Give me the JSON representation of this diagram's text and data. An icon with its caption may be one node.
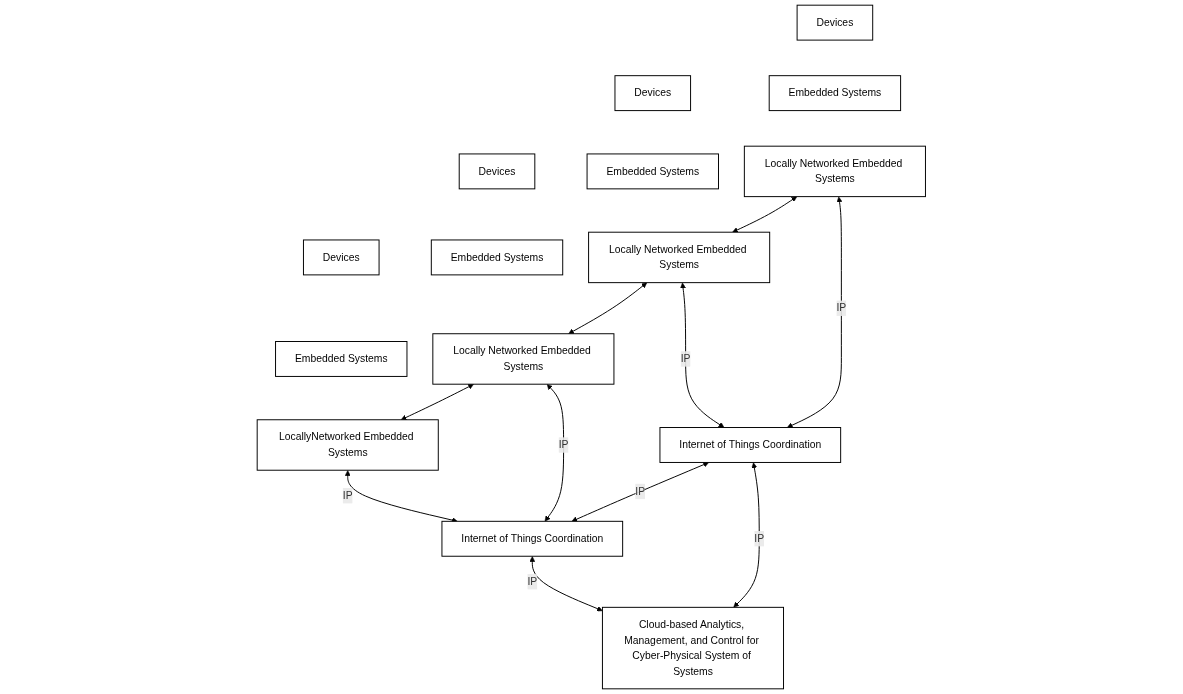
{
  "diagram": {
    "nodes": [
      {
        "text": [
          "Devices"
        ]
      },
      {
        "text": [
          "Devices"
        ]
      },
      {
        "text": [
          "Devices"
        ]
      },
      {
        "text": [
          "Devices"
        ]
      },
      {
        "text": [
          "Embedded Systems"
        ]
      },
      {
        "text": [
          "Embedded Systems"
        ]
      },
      {
        "text": [
          "Embedded Systems"
        ]
      },
      {
        "text": [
          "Embedded Systems"
        ]
      },
      {
        "text": [
          "Locally Networked Embedded Systems"
        ]
      },
      {
        "text": [
          "Locally Networked Embedded Systems"
        ]
      },
      {
        "text": [
          "Locally Networked Embedded Systems"
        ]
      },
      {
        "text": [
          "LocallyNetworked Embedded Systems"
        ]
      },
      {
        "text": [
          "Internet of Things Coordination"
        ]
      },
      {
        "text": [
          "Internet of Things Coordination"
        ]
      },
      {
        "text": [
          "Cloud-based Analytics, Management, and Control for Cyber-Physical System of Systems"
        ]
      }
    ],
    "edges": [
      {
        "from": 8,
        "to": 9,
        "arrow": "both"
      },
      {
        "from": 9,
        "to": 10,
        "arrow": "both"
      },
      {
        "from": 10,
        "to": 11,
        "arrow": "both"
      },
      {
        "from": 8,
        "to": 12,
        "arrow": "both",
        "label": "IP"
      },
      {
        "from": 9,
        "to": 12,
        "arrow": "both",
        "label": "IP"
      },
      {
        "from": 12,
        "to": 13,
        "arrow": "both",
        "label": "IP"
      },
      {
        "from": 10,
        "to": 13,
        "arrow": "both",
        "label": "IP"
      },
      {
        "from": 11,
        "to": 13,
        "arrow": "both",
        "label": "IP"
      },
      {
        "from": 12,
        "to": 14,
        "arrow": "both",
        "label": "IP"
      },
      {
        "from": 13,
        "to": 14,
        "arrow": "both",
        "label": "IP"
      }
    ]
  }
}
